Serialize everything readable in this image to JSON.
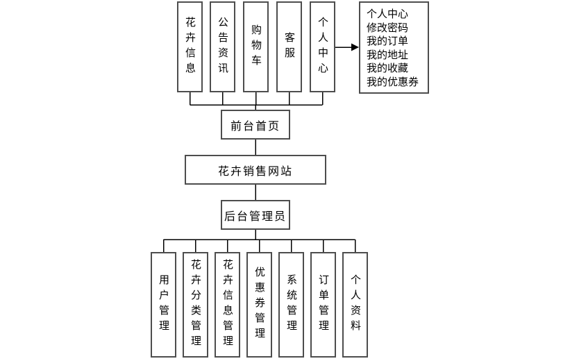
{
  "diagram": {
    "frontend_modules": [
      "花卉信息",
      "公告资讯",
      "购物车",
      "客服",
      "个人中心"
    ],
    "personal_center_menu": [
      "个人中心",
      "修改密码",
      "我的订单",
      "我的地址",
      "我的收藏",
      "我的优惠券"
    ],
    "front_home_label": "前台首页",
    "site_label": "花卉销售网站",
    "admin_label": "后台管理员",
    "admin_modules": [
      "用户管理",
      "花卉分类管理",
      "花卉信息管理",
      "优惠券管理",
      "系统管理",
      "订单管理",
      "个人资料"
    ],
    "colors": {
      "border": "#4d4d4d",
      "line": "#000000",
      "text": "#000000",
      "background": "#ffffff"
    }
  }
}
